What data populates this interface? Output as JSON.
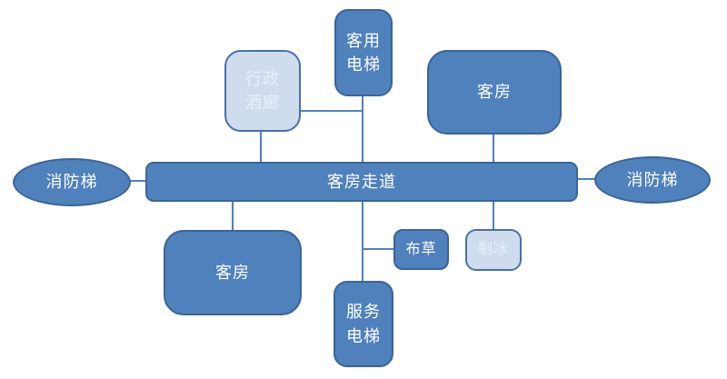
{
  "diagram": {
    "colors": {
      "canvas_bg": "#ffffff",
      "primary_fill": "#4f81bd",
      "primary_border": "#3c6496",
      "light_fill": "#cfdcee",
      "light_border": "#4a70a6",
      "connector": "#4f81bd",
      "label_text": "#ffffff",
      "light_label_text": "#e9eff8"
    },
    "nodes": {
      "fire_stairs_left": {
        "label": "消防梯",
        "shape": "ellipse",
        "variant": "primary"
      },
      "executive_lounge": {
        "label": "行政\n酒廊",
        "shape": "rounded-rect",
        "variant": "light"
      },
      "guest_elevator": {
        "label": "客用\n电梯",
        "shape": "rounded-rect",
        "variant": "primary"
      },
      "guest_room_top": {
        "label": "客房",
        "shape": "rounded-rect",
        "variant": "primary"
      },
      "fire_stairs_right": {
        "label": "消防梯",
        "shape": "ellipse",
        "variant": "primary"
      },
      "corridor": {
        "label": "客房走道",
        "shape": "rounded-rect",
        "variant": "primary"
      },
      "guest_room_bottom": {
        "label": "客房",
        "shape": "rounded-rect",
        "variant": "primary"
      },
      "linen": {
        "label": "布草",
        "shape": "rounded-rect",
        "variant": "primary"
      },
      "ice": {
        "label": "制冰",
        "shape": "rounded-rect",
        "variant": "light"
      },
      "service_elevator": {
        "label": "服务\n电梯",
        "shape": "rounded-rect",
        "variant": "primary"
      }
    },
    "edges": [
      {
        "from": "fire_stairs_left",
        "to": "corridor"
      },
      {
        "from": "corridor",
        "to": "fire_stairs_right"
      },
      {
        "from": "executive_lounge",
        "to": "corridor"
      },
      {
        "from": "executive_lounge",
        "to": "guest_elevator"
      },
      {
        "from": "guest_elevator",
        "to": "corridor"
      },
      {
        "from": "guest_room_top",
        "to": "corridor"
      },
      {
        "from": "corridor",
        "to": "guest_room_bottom"
      },
      {
        "from": "corridor",
        "to": "service_elevator"
      },
      {
        "from": "service_elevator",
        "to": "linen"
      },
      {
        "from": "corridor",
        "to": "ice"
      }
    ]
  }
}
